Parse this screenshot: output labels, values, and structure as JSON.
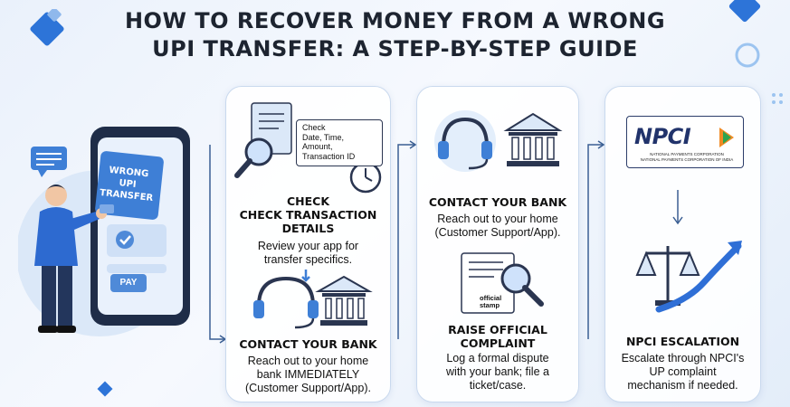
{
  "title": {
    "line1": "HOW TO RECOVER MONEY FROM A WRONG",
    "line2": "UPI TRANSFER: A STEP-BY-STEP GUIDE"
  },
  "phone": {
    "screen_text": "WRONG UPI TRANSFER",
    "pay_label": "PAY",
    "speech_icon": "speech-bubble-icon",
    "check_icon": "check-circle-icon"
  },
  "card1": {
    "check_list": {
      "line1": "Check",
      "line2": "Date, Time,",
      "line3": "Amount,",
      "line4": "Transaction ID"
    },
    "step1": {
      "label": "CHECK",
      "heading_line1": "CHECK TRANSACTION",
      "heading_line2": "DETAILS",
      "body_line1": "Review your app for",
      "body_line2": "transfer specifics."
    },
    "step2": {
      "heading": "CONTACT YOUR BANK",
      "body_line1": "Reach out to your home",
      "body_line2": "bank IMMEDIATELY",
      "body_line3": "(Customer Support/App)."
    }
  },
  "card2": {
    "step1": {
      "heading": "CONTACT YOUR BANK",
      "body_line1": "Reach out to your home",
      "body_line2": "(Customer Support/App)."
    },
    "stamp_label_line1": "official",
    "stamp_label_line2": "stamp",
    "step2": {
      "heading_line1": "RAISE OFFICIAL",
      "heading_line2": "COMPLAINT",
      "body_line1": "Log a formal dispute",
      "body_line2": "with your bank; file a",
      "body_line3": "ticket/case."
    }
  },
  "card3": {
    "logo_text": "NPCI",
    "logo_sub_line1": "NATIONAL PAYMENTS CORPORATION",
    "logo_sub_line2": "NATIONAL PAYMENTS CORPORATION OF INDIA",
    "heading": "NPCI ESCALATION",
    "body_line1": "Escalate through NPCI's",
    "body_line2": "UP complaint",
    "body_line3": "mechanism if needed."
  },
  "colors": {
    "accent": "#2f6fd6",
    "navy": "#1f3a6b",
    "card_border": "#c9d9ee"
  }
}
